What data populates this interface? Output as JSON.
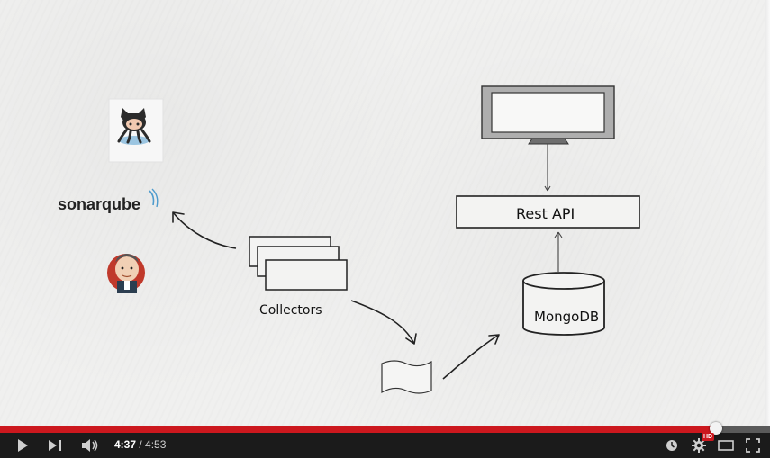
{
  "video": {
    "diagram": {
      "sources": [
        {
          "name": "github-logo",
          "label": ""
        },
        {
          "name": "sonarqube-logo",
          "label": "sonarqube"
        },
        {
          "name": "jenkins-logo",
          "label": ""
        }
      ],
      "collectors_label": "Collectors",
      "rest_api_label": "Rest API",
      "database_label": "MongoDB"
    }
  },
  "player": {
    "progress_fraction": 0.93,
    "current_time": "4:37",
    "time_separator": " / ",
    "duration": "4:53",
    "hd_label": "HD",
    "colors": {
      "played": "#cc181e",
      "bar_bg": "#1b1b1b",
      "track": "#5a5a5a"
    },
    "icons": [
      "play-icon",
      "next-icon",
      "volume-icon",
      "watch-later-icon",
      "settings-icon",
      "theater-mode-icon",
      "fullscreen-icon"
    ]
  }
}
